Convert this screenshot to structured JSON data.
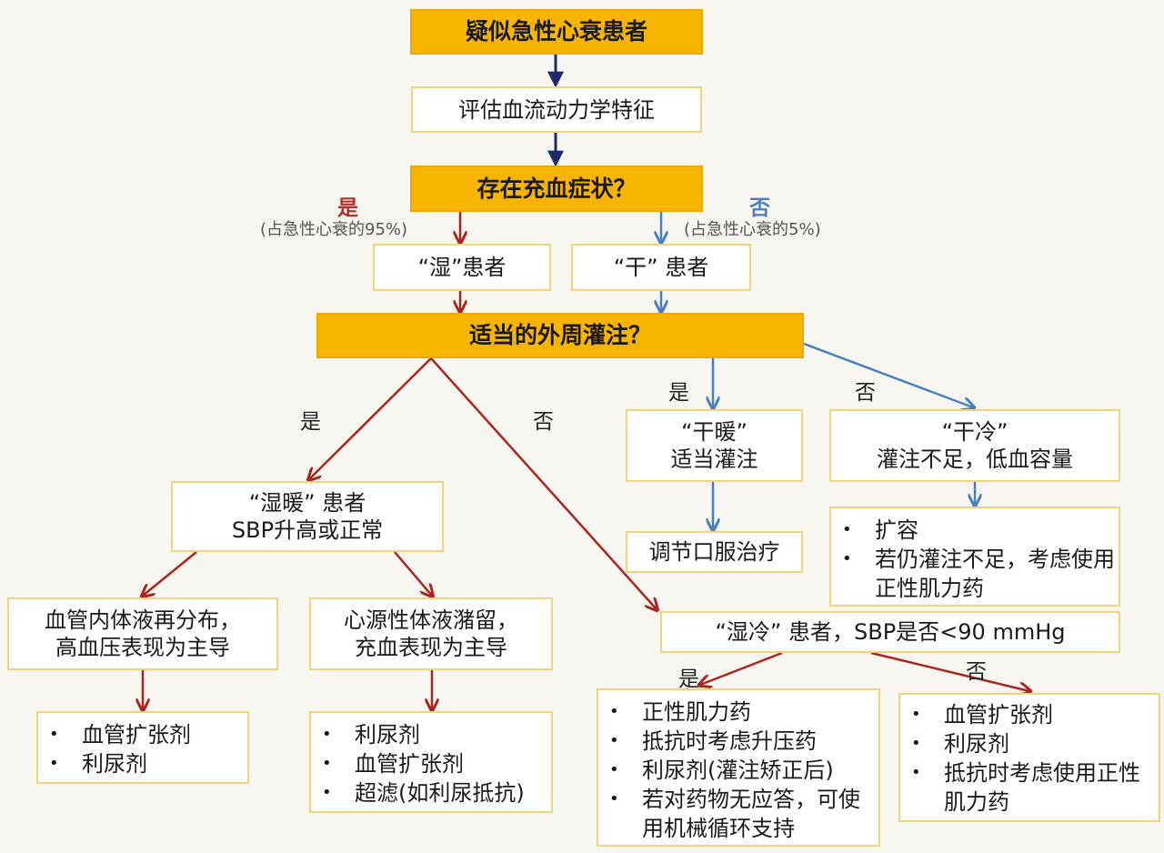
{
  "nodes": {
    "suspected": "疑似急性心衰患者",
    "assess": "评估血流动力学特征",
    "congestion_q": "存在充血症状？",
    "wet": "“湿”患者",
    "dry": "“干” 患者",
    "perfusion_q": "适当的外周灌注？",
    "dry_warm": [
      "“干暖”",
      "适当灌注"
    ],
    "oral": "调节口服治疗",
    "dry_cold": [
      "“干冷”",
      "灌注不足，低血容量"
    ],
    "dry_cold_list": [
      "扩容",
      "若仍灌注不足，考虑使用正性肌力药"
    ],
    "wet_warm": [
      "“湿暖” 患者",
      "SBP升高或正常"
    ],
    "redistribution": [
      "血管内体液再分布，",
      "高血压表现为主导"
    ],
    "retention": [
      "心源性体液潴留，",
      "充血表现为主导"
    ],
    "list_redistribution": [
      "血管扩张剂",
      "利尿剂"
    ],
    "list_retention": [
      "利尿剂",
      "血管扩张剂",
      "超滤(如利尿抵抗)"
    ],
    "wet_cold": "“湿冷” 患者，SBP是否<90 mmHg",
    "list_wet_cold_yes": [
      "正性肌力药",
      "抵抗时考虑升压药",
      "利尿剂(灌注矫正后)",
      "若对药物无应答，可使用机械循环支持"
    ],
    "list_wet_cold_no": [
      "血管扩张剂",
      "利尿剂",
      "抵抗时考虑使用正性肌力药"
    ]
  },
  "labels": {
    "congestion_yes": "是",
    "congestion_yes_note": "(占急性心衰的95%)",
    "congestion_no": "否",
    "congestion_no_note": "(占急性心衰的5%)",
    "perfusion_yes_left": "是",
    "perfusion_no_left": "否",
    "perfusion_yes_right": "是",
    "perfusion_no_right": "否",
    "sbp_yes": "是",
    "sbp_no": "否"
  },
  "colors": {
    "gold": "#f8b500",
    "box_border": "#f2d37a",
    "navy": "#1f2a6b",
    "red": "#a8261f",
    "blue": "#4a80c2"
  }
}
